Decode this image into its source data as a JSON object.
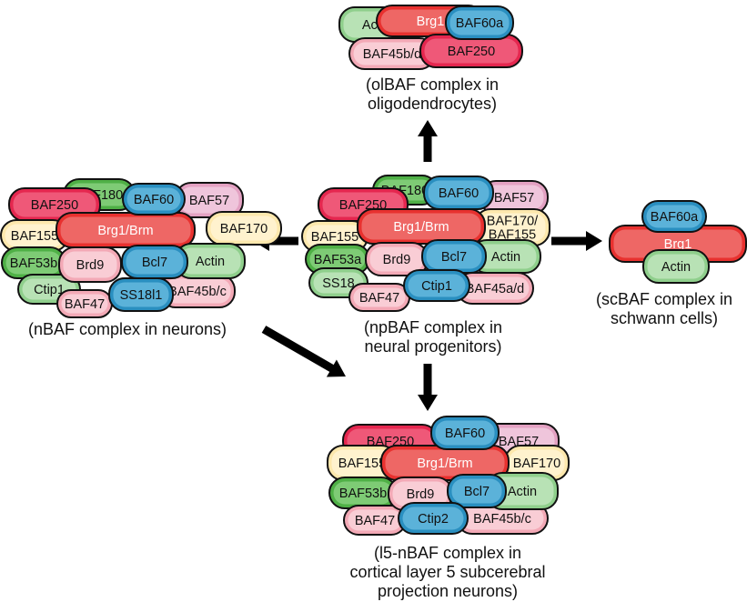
{
  "colors": {
    "red": "#e8312f",
    "red_light": "#f07a78",
    "crimson": "#e5274f",
    "crimson_light": "#f26a86",
    "pink": "#f3a9b6",
    "pink_light": "#fbdadf",
    "blue": "#2a8fc0",
    "blue_light": "#6cbde2",
    "green": "#8fcf8c",
    "green_light": "#c6e8c3",
    "dkgreen": "#4fb046",
    "dkgreen_light": "#8ed486",
    "yellow": "#fde8ad",
    "yellow_light": "#fff5d9",
    "mauve": "#e3a1c2",
    "mauve_light": "#f3d2e3",
    "arrow": "#000000"
  },
  "complexes": {
    "olBAF": {
      "caption": [
        "(olBAF complex in",
        "oligodendrocytes)"
      ],
      "subunits": [
        "Actin",
        "Brg1",
        "BAF60a",
        "BAF45b/d",
        "BAF250"
      ]
    },
    "nBAF": {
      "caption": [
        "(nBAF complex in neurons)"
      ],
      "subunits": [
        "BAF180",
        "BAF250",
        "BAF60",
        "BAF57",
        "BAF155",
        "Brg1/Brm",
        "BAF170",
        "BAF53b",
        "Brd9",
        "Bcl7",
        "Actin",
        "SS18l1",
        "Ctip1",
        "BAF47",
        "BAF45b/c"
      ]
    },
    "npBAF": {
      "caption": [
        "(npBAF complex in",
        "neural progenitors)"
      ],
      "subunits": [
        "BAF180",
        "BAF250",
        "BAF60",
        "BAF57",
        "BAF155",
        "Brg1/Brm",
        "BAF170/",
        "BAF155",
        "BAF53a",
        "Brd9",
        "Bcl7",
        "Actin",
        "SS18",
        "Ctip1",
        "BAF47",
        "BAF45a/d"
      ]
    },
    "scBAF": {
      "caption": [
        "(scBAF complex in",
        "schwann cells)"
      ],
      "subunits": [
        "BAF60a",
        "Brg1",
        "Actin"
      ]
    },
    "l5nBAF": {
      "caption": [
        "(l5-nBAF complex in",
        "cortical layer 5 subcerebral",
        "projection neurons)"
      ],
      "subunits": [
        "BAF250",
        "BAF60",
        "BAF57",
        "BAF155",
        "Brg1/Brm",
        "BAF170",
        "BAF53b",
        "Brd9",
        "Bcl7",
        "Actin",
        "BAF47",
        "Ctip2",
        "BAF45b/c"
      ]
    }
  }
}
